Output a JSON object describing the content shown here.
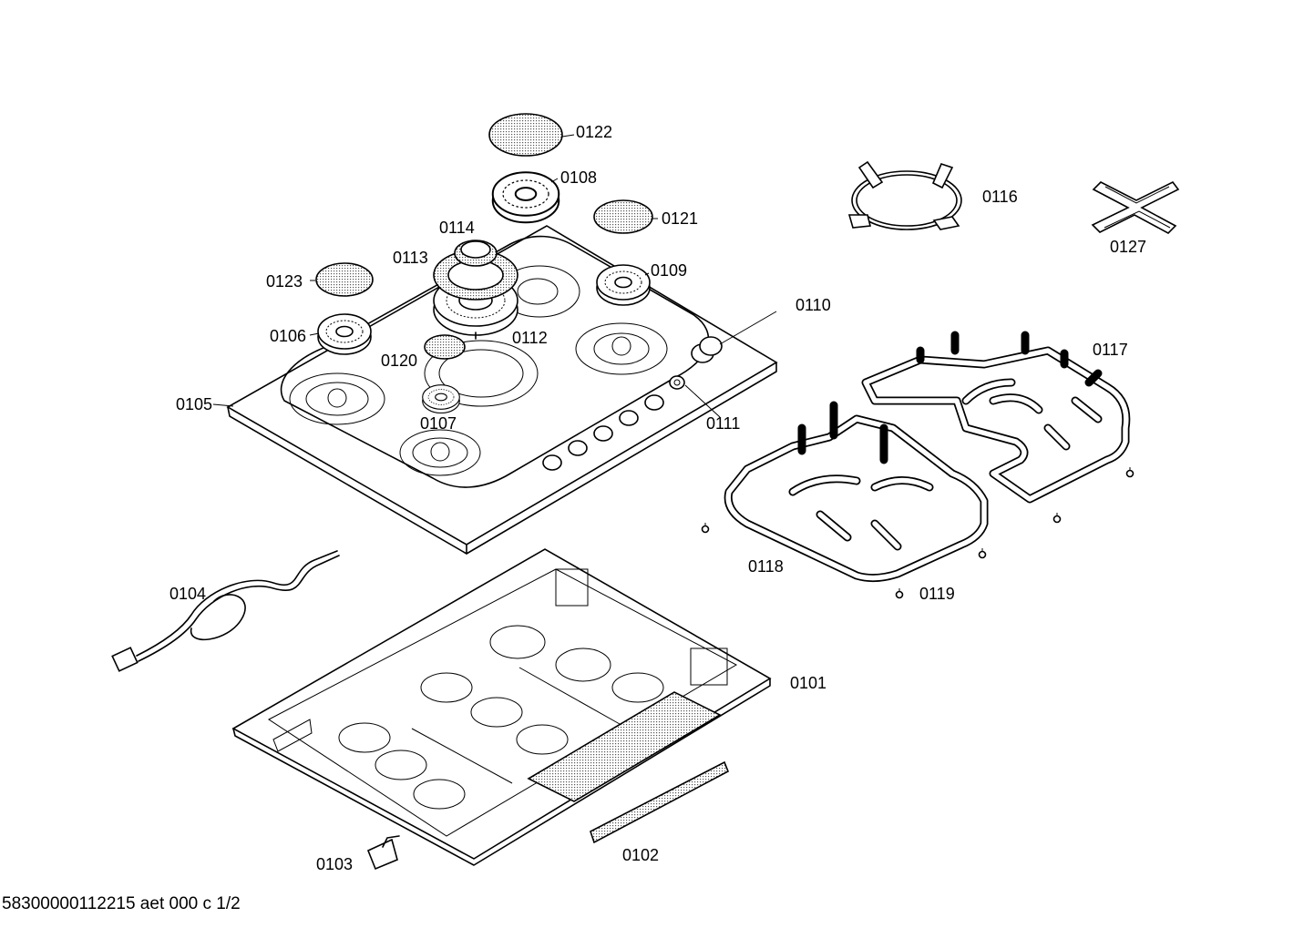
{
  "labels": {
    "l0101": "0101",
    "l0102": "0102",
    "l0103": "0103",
    "l0104": "0104",
    "l0105": "0105",
    "l0106": "0106",
    "l0107": "0107",
    "l0108": "0108",
    "l0109": "0109",
    "l0110": "0110",
    "l0111": "0111",
    "l0112": "0112",
    "l0113": "0113",
    "l0114": "0114",
    "l0116": "0116",
    "l0117": "0117",
    "l0118": "0118",
    "l0119": "0119",
    "l0120": "0120",
    "l0121": "0121",
    "l0122": "0122",
    "l0123": "0123",
    "l0127": "0127"
  },
  "footer": "58300000112215 aet 000 c 1/2"
}
